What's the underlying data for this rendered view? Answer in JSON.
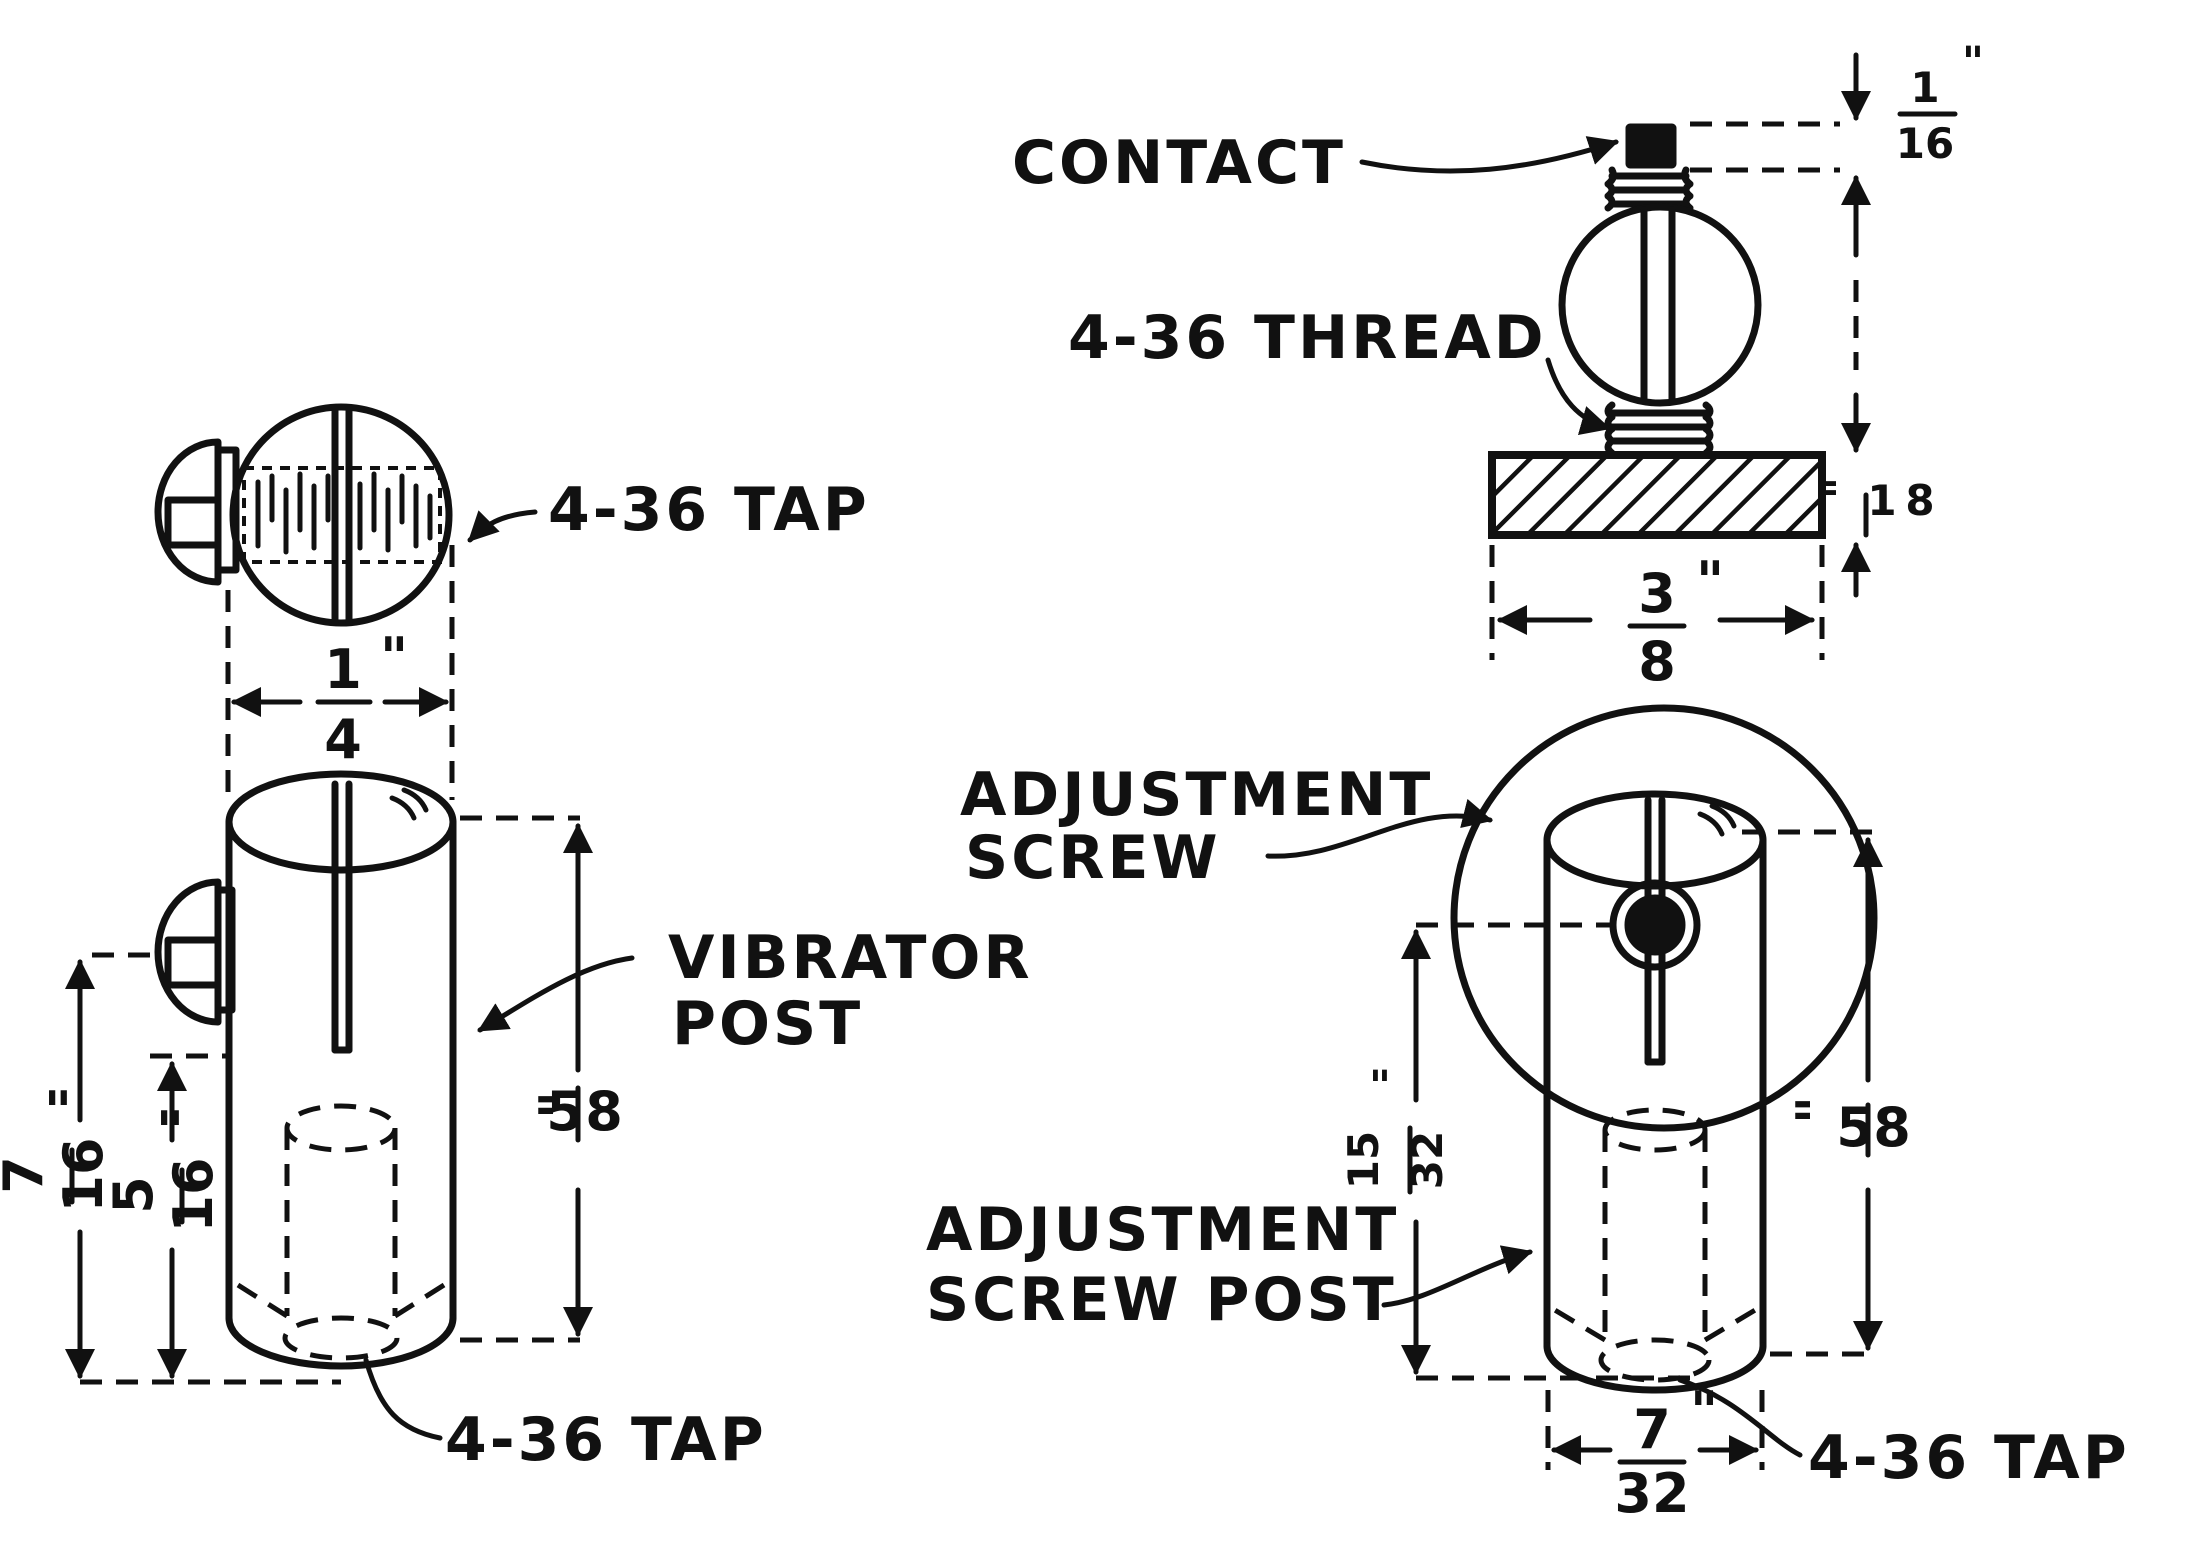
{
  "labels": {
    "contact": "CONTACT",
    "thread": "4-36 THREAD",
    "tap_top_left": "4-36 TAP",
    "vibrator_post_line1": "VIBRATOR",
    "vibrator_post_line2": "POST",
    "tap_bottom_left": "4-36 TAP",
    "adjustment_screw_line1": "ADJUSTMENT",
    "adjustment_screw_line2": "SCREW",
    "adjustment_screw_post_line1": "ADJUSTMENT",
    "adjustment_screw_post_line2": "SCREW POST",
    "tap_bottom_right": "4-36 TAP"
  },
  "dimensions": {
    "contact_height": {
      "num": "1",
      "den": "16",
      "unit": "\""
    },
    "bar_thickness": {
      "num": "1",
      "den": "8",
      "unit": "\""
    },
    "bar_width": {
      "num": "3",
      "den": "8",
      "unit": "\""
    },
    "vibrator_diameter": {
      "num": "1",
      "den": "4",
      "unit": "\""
    },
    "vibrator_height": {
      "num": "5",
      "den": "8",
      "unit": "\""
    },
    "vibrator_screw_height": {
      "num": "7",
      "den": "16",
      "unit": "\""
    },
    "vibrator_slot_height": {
      "num": "5",
      "den": "16",
      "unit": "\""
    },
    "adj_post_height": {
      "num": "5",
      "den": "8",
      "unit": "\""
    },
    "adj_screw_height": {
      "num": "15",
      "den": "32",
      "unit": "\""
    },
    "adj_post_diameter": {
      "num": "7",
      "den": "32",
      "unit": "\""
    }
  }
}
